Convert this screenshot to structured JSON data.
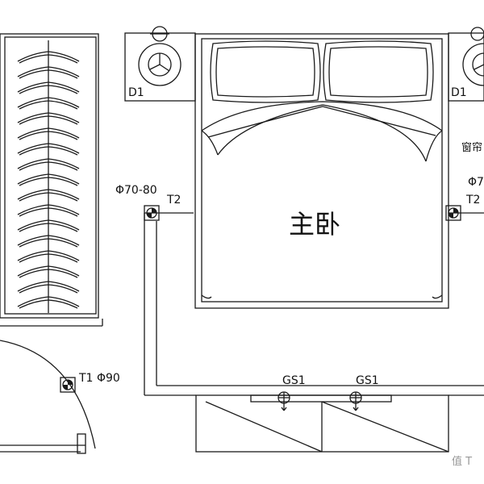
{
  "room": {
    "name": "主卧"
  },
  "labels": {
    "d1_left": "D1",
    "d1_right": "D1",
    "curtain": "窗帘",
    "pipe_size_left": "Φ70-80",
    "pipe_size_right": "Φ7",
    "t2_left": "T2",
    "t2_right": "T2",
    "t1": "T1",
    "t1_size": "Φ90",
    "gs1_left": "GS1",
    "gs1_right": "GS1"
  },
  "watermark": {
    "text": "值 T"
  },
  "colors": {
    "line": "#1a1a1a",
    "paper": "#ffffff"
  }
}
